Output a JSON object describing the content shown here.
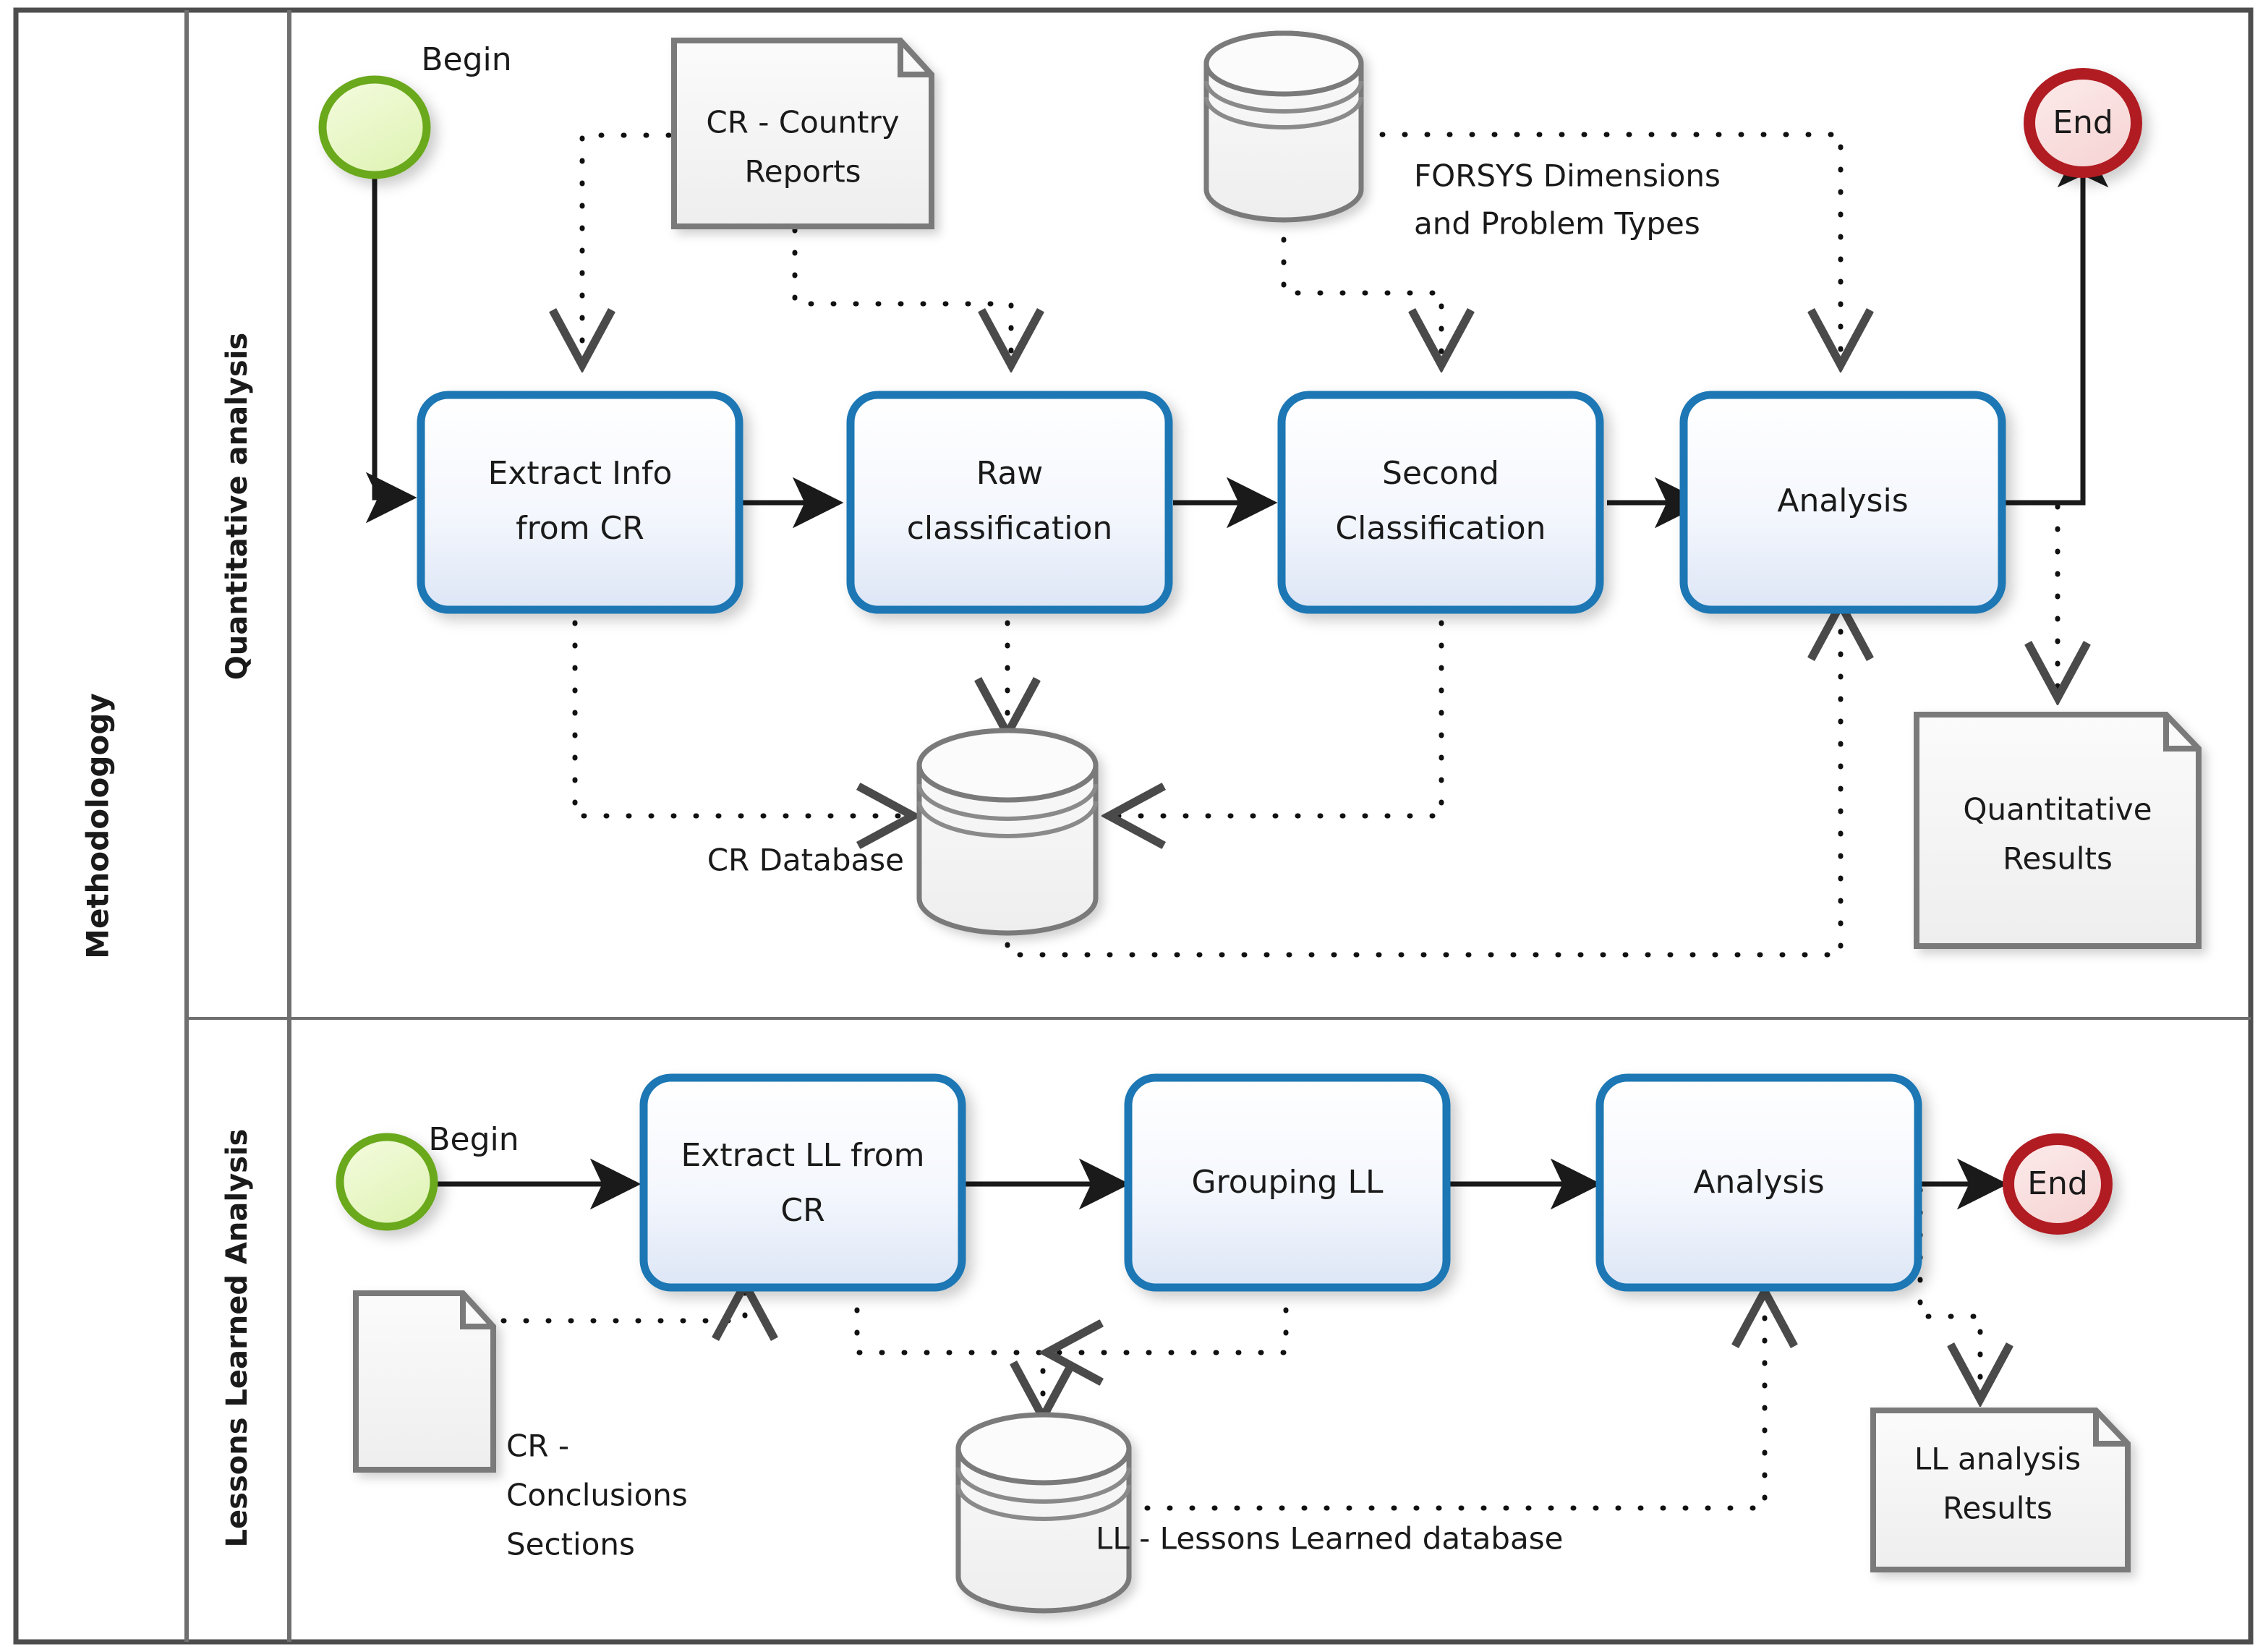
{
  "pool": {
    "title": "Methodologogy"
  },
  "lanes": [
    {
      "id": "quantitative",
      "label": "Quantitative analysis"
    },
    {
      "id": "lessons",
      "label": "Lessons Learned Analysis"
    }
  ],
  "colors": {
    "task_stroke": "#1F77B4",
    "task_fill_top": "#ffffff",
    "task_fill_bottom": "#dfe7f5",
    "start_stroke": "#6BA81E",
    "start_fill": "#EAF7C8",
    "end_stroke": "#B01F24",
    "end_fill": "#F8DBDB",
    "artifact_stroke": "#7A7A7A",
    "artifact_fill": "#F2F2F2",
    "flow_stroke": "#1a1a1a",
    "border": "#4d4d4d"
  },
  "quantitative": {
    "events": [
      {
        "id": "q-begin",
        "type": "start",
        "label": "Begin"
      },
      {
        "id": "q-end",
        "type": "end",
        "label": "End"
      }
    ],
    "tasks": [
      {
        "id": "q-extract",
        "label_lines": [
          "Extract Info",
          "from CR"
        ]
      },
      {
        "id": "q-raw",
        "label_lines": [
          "Raw",
          "classification"
        ]
      },
      {
        "id": "q-second",
        "label_lines": [
          "Second",
          "Classification"
        ]
      },
      {
        "id": "q-analysis",
        "label_lines": [
          "Analysis"
        ]
      }
    ],
    "artifacts": [
      {
        "id": "q-cr-doc",
        "type": "document",
        "label_lines": [
          "CR - Country",
          "Reports"
        ],
        "label_inside": true
      },
      {
        "id": "q-forsys-db",
        "type": "database",
        "label_lines": [
          "FORSYS Dimensions",
          "and Problem Types"
        ],
        "label_inside": false
      },
      {
        "id": "q-cr-db",
        "type": "database",
        "label_lines": [
          "CR Database"
        ],
        "label_inside": false
      },
      {
        "id": "q-results-doc",
        "type": "document",
        "label_lines": [
          "Quantitative",
          "Results"
        ],
        "label_inside": true
      }
    ]
  },
  "lessons": {
    "events": [
      {
        "id": "l-begin",
        "type": "start",
        "label": "Begin"
      },
      {
        "id": "l-end",
        "type": "end",
        "label": "End"
      }
    ],
    "tasks": [
      {
        "id": "l-extract",
        "label_lines": [
          "Extract LL from",
          "CR"
        ]
      },
      {
        "id": "l-group",
        "label_lines": [
          "Grouping LL"
        ]
      },
      {
        "id": "l-analysis",
        "label_lines": [
          "Analysis"
        ]
      }
    ],
    "artifacts": [
      {
        "id": "l-cr-doc",
        "type": "document",
        "label_lines": [
          "CR -",
          "Conclusions",
          "Sections"
        ],
        "label_inside": false
      },
      {
        "id": "l-ll-db",
        "type": "database",
        "label_lines": [
          "LL - Lessons Learned database"
        ],
        "label_inside": false
      },
      {
        "id": "l-results-doc",
        "type": "document",
        "label_lines": [
          "LL analysis",
          "Results"
        ],
        "label_inside": true
      }
    ]
  }
}
